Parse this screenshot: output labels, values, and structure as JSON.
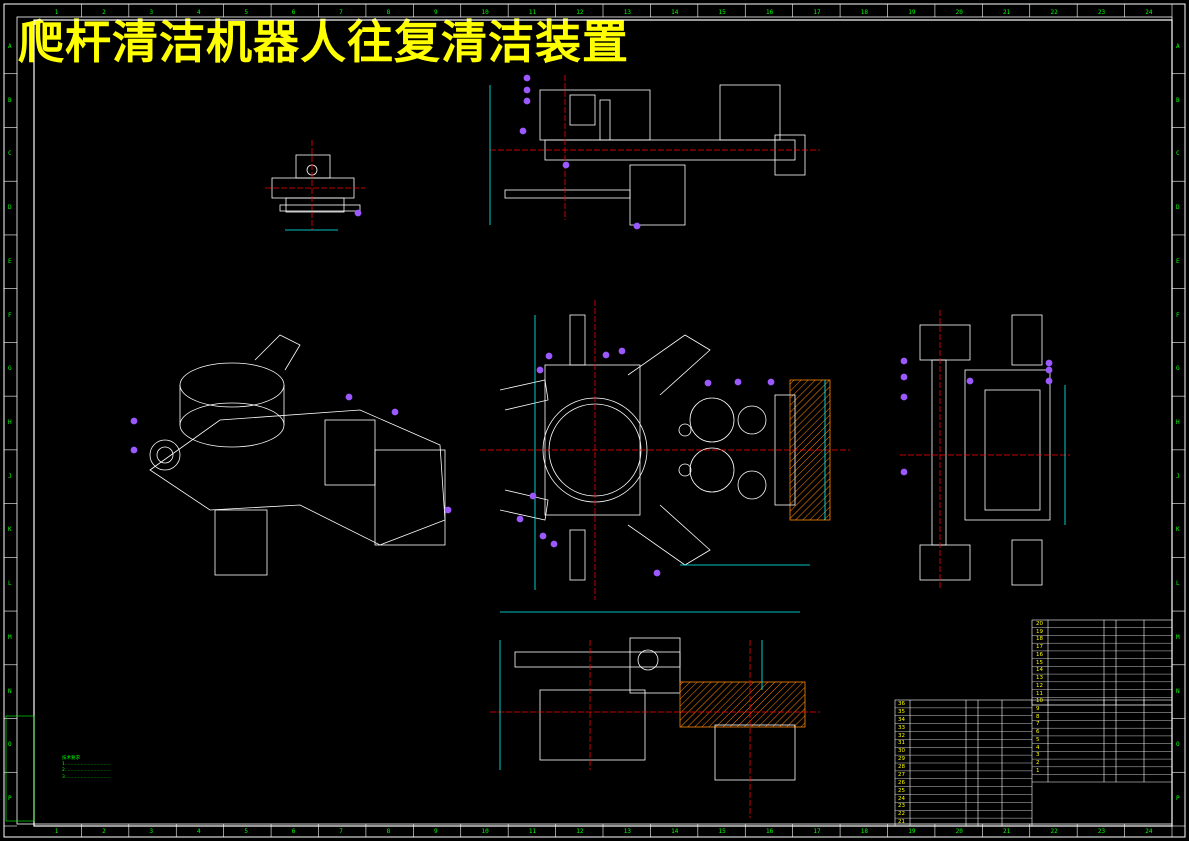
{
  "title": "爬杆清洁机器人往复清洁装置",
  "colors": {
    "background": "#000000",
    "border": "#ffffff",
    "title": "#ffff00",
    "model": "#ffffff",
    "centerline": "#ff0000",
    "balloon": "#9b59ff",
    "dimension": "#00ffff",
    "hatch": "#ff8800",
    "notes": "#00ff00",
    "bom_text": "#ffff00"
  },
  "zone_numbers_top": [
    "1",
    "2",
    "3",
    "4",
    "5",
    "6",
    "7",
    "8",
    "9",
    "10",
    "11",
    "12",
    "13",
    "14",
    "15",
    "16",
    "17",
    "18",
    "19",
    "20",
    "21",
    "22",
    "23",
    "24"
  ],
  "zone_letters_side": [
    "A",
    "B",
    "C",
    "D",
    "E",
    "F",
    "G",
    "H",
    "J",
    "K",
    "L",
    "M",
    "N",
    "O",
    "P"
  ],
  "notes_lines": [
    "技术要求",
    "1. ..............................",
    "2. ..............................",
    "3. .............................."
  ],
  "bom_rows_left": [
    "36",
    "35",
    "34",
    "33",
    "32",
    "31",
    "30",
    "29",
    "28",
    "27",
    "26",
    "25",
    "24",
    "23",
    "22",
    "21"
  ],
  "bom_rows_right": [
    "20",
    "19",
    "18",
    "17",
    "16",
    "15",
    "14",
    "13",
    "12",
    "11",
    "10",
    "9",
    "8",
    "7",
    "6",
    "5",
    "4",
    "3",
    "2",
    "1"
  ]
}
